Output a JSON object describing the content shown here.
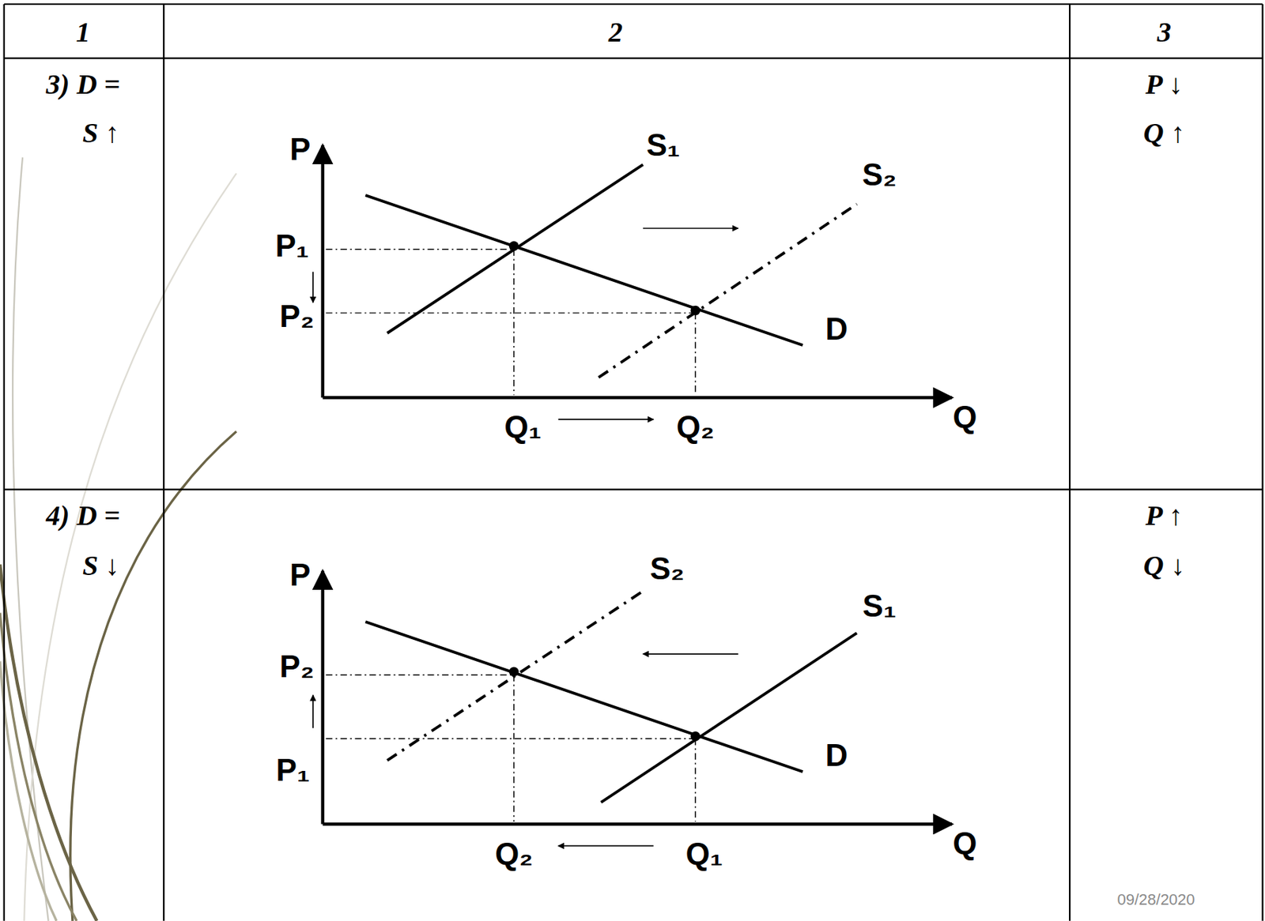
{
  "diagram": {
    "labels": [
      "1",
      "2",
      "3",
      "3) D =",
      "S ↑",
      "P",
      "S₁",
      "S₂",
      "P₁",
      "P₂",
      "D",
      "Q₁",
      "Q₂",
      "Q",
      "P ↓",
      "Q ↑",
      "4) D =",
      "S ↓",
      "P",
      "S₂",
      "S₁",
      "P₂",
      "P₁",
      "D",
      "Q₂",
      "Q₁",
      "Q",
      "P ↑",
      "Q ↓",
      "09/28/2020"
    ]
  }
}
